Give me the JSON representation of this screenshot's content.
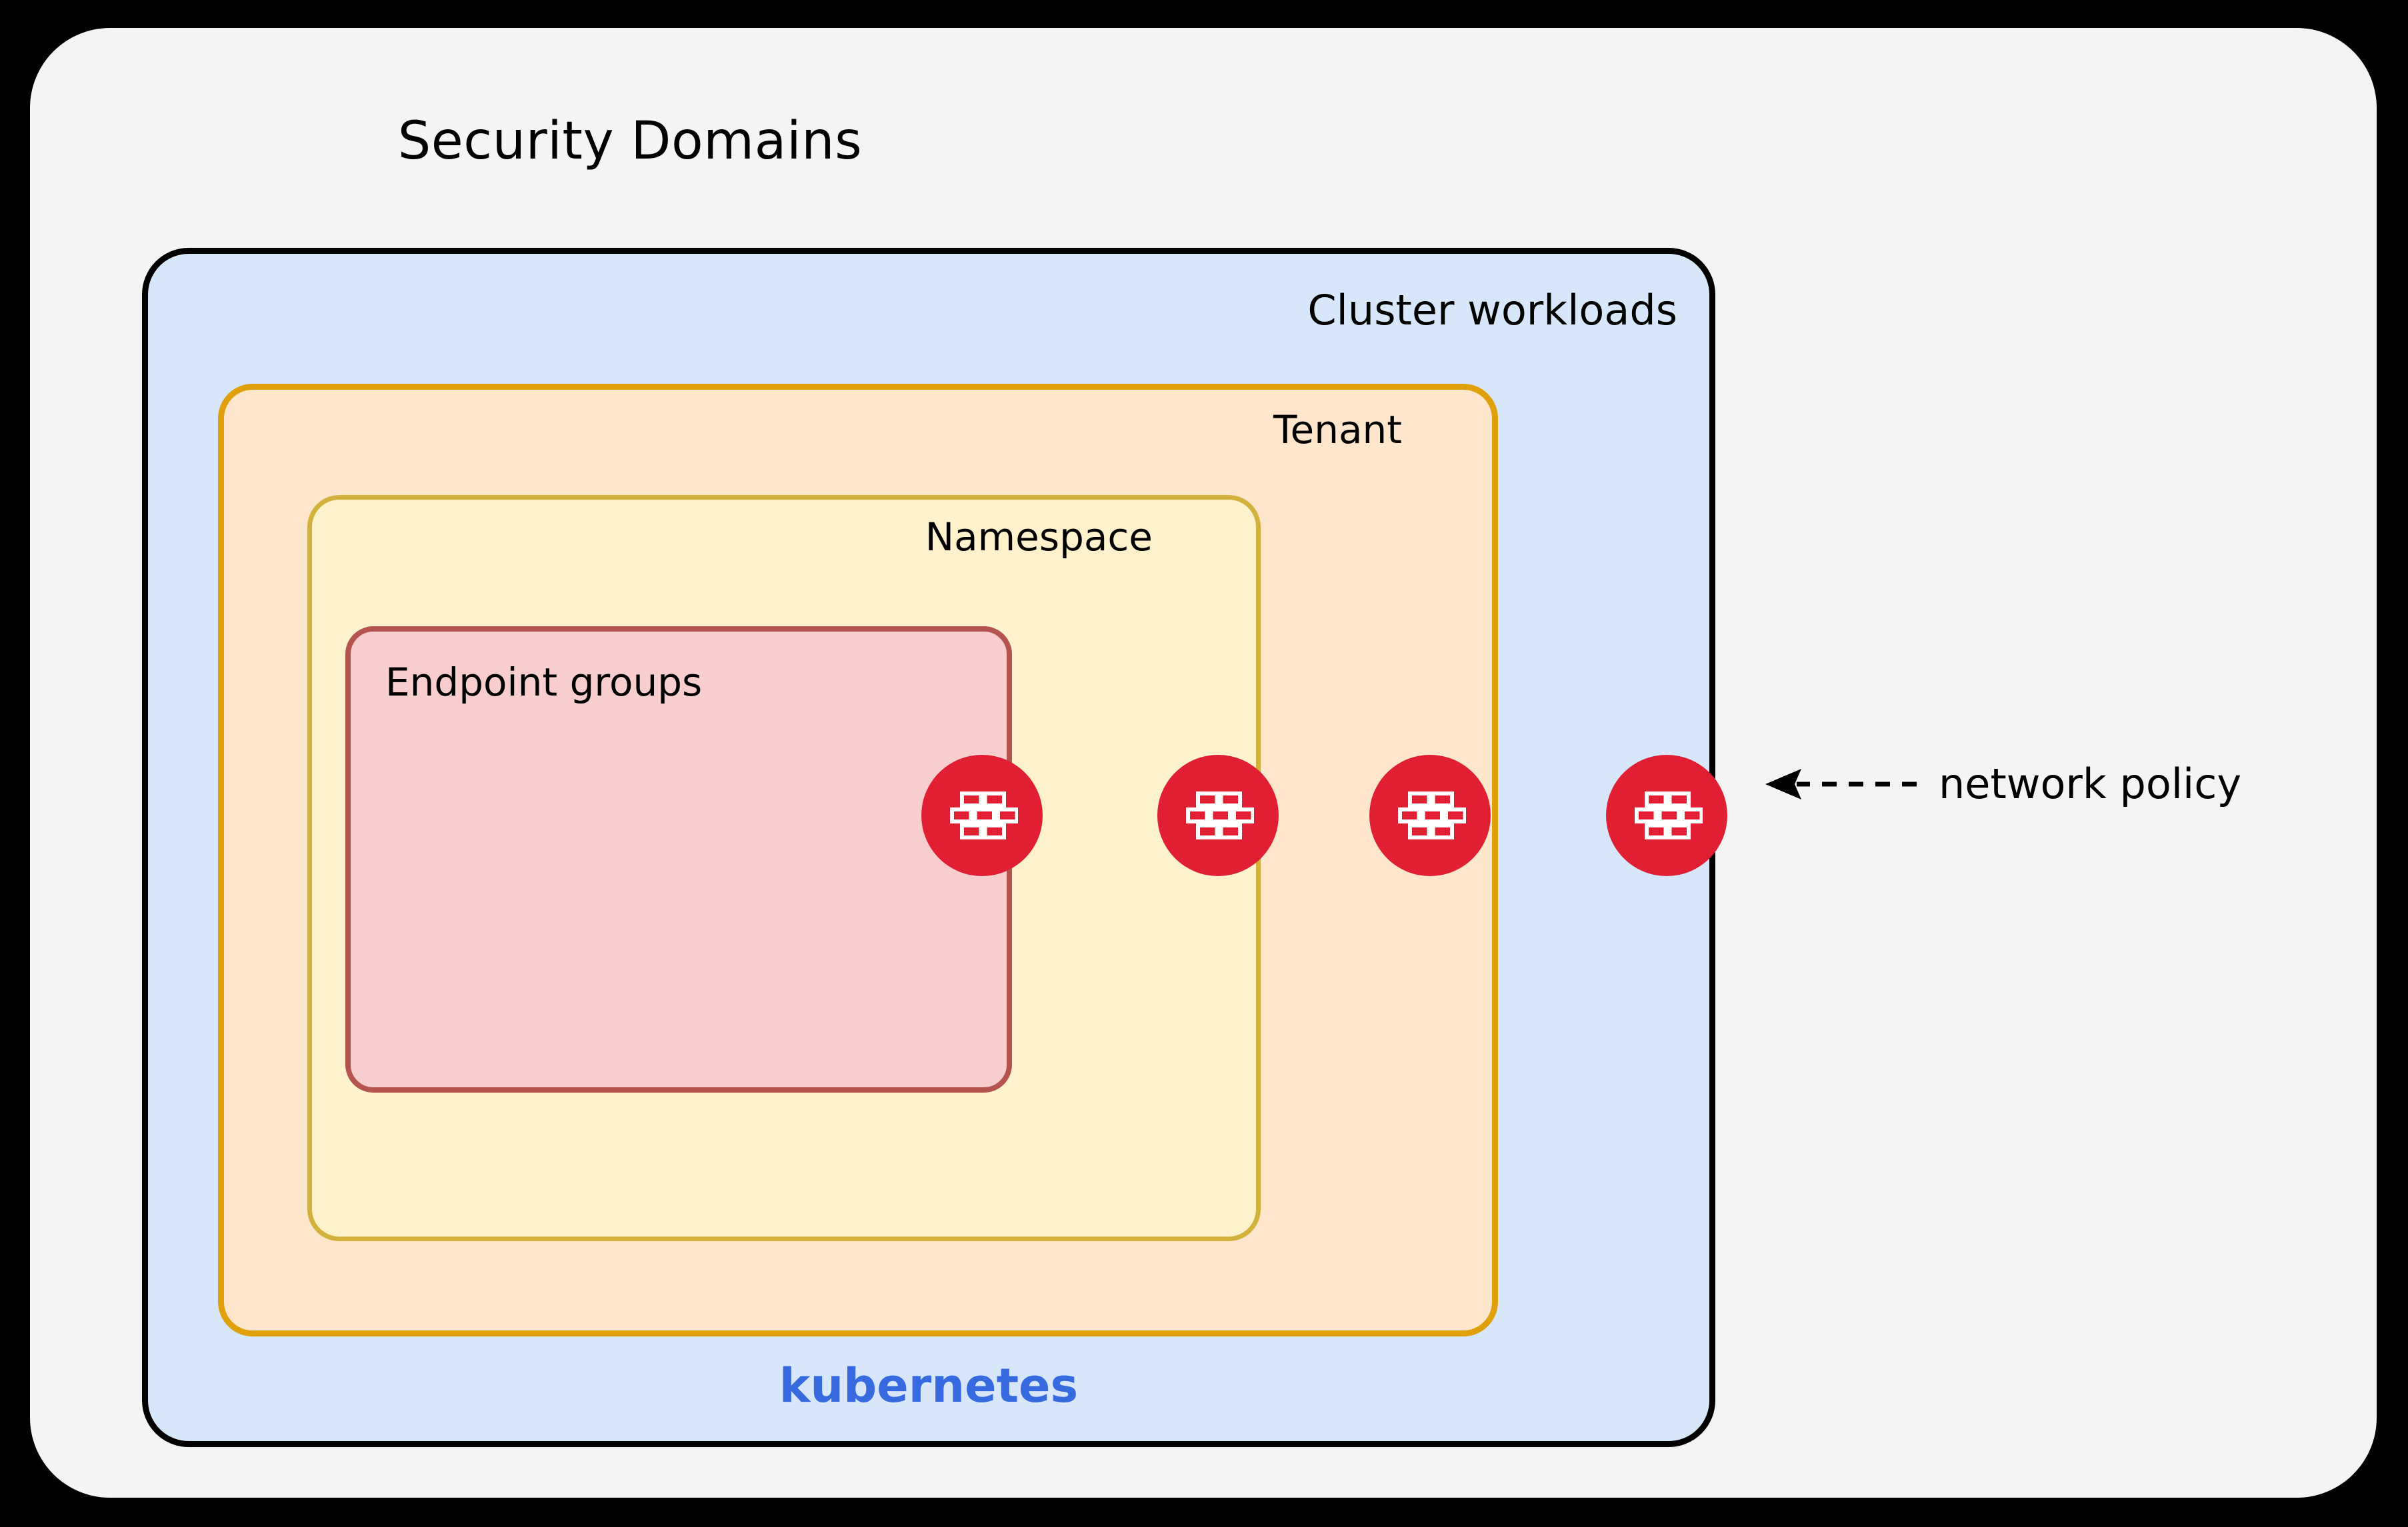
{
  "diagram": {
    "title": "Security Domains",
    "layers": [
      {
        "key": "cluster",
        "label": "Cluster workloads",
        "fill": "#D8E6F9",
        "stroke": "#000000"
      },
      {
        "key": "tenant",
        "label": "Tenant",
        "fill": "#FDE6CC",
        "stroke": "#DFA00B"
      },
      {
        "key": "namespace",
        "label": "Namespace",
        "fill": "#FDF2CC",
        "stroke": "#D2B23C"
      },
      {
        "key": "endpoints",
        "label": "Endpoint groups",
        "fill": "#F7CDCD",
        "stroke": "#B5534F"
      }
    ],
    "brand": {
      "label": "kubernetes",
      "color": "#3769DF"
    },
    "annotation": {
      "label": "network policy",
      "arrow": "dashed-left-arrow",
      "marker_color": "#E01F33",
      "marker_count": 4,
      "marker_icon": "firewall-brick-wall"
    },
    "background": "#F4F4F4",
    "canvas": "#000000"
  }
}
